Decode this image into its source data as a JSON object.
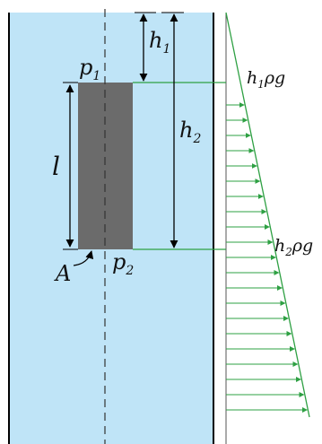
{
  "labels": {
    "p1": "p",
    "p1_sub": "1",
    "p2": "p",
    "p2_sub": "2",
    "h1": "h",
    "h1_sub": "1",
    "h2": "h",
    "h2_sub": "2",
    "l": "l",
    "A": "A",
    "p_top_h": "h",
    "p_top_sub": "1",
    "p_top_rest": "ρg",
    "p_bot_h": "h",
    "p_bot_sub": "2",
    "p_bot_rest": "ρg"
  },
  "colors": {
    "water": "#bfe4f7",
    "block": "#6b6b6b",
    "arrow": "#2ea043",
    "wall": "#000000",
    "dimension": "#000000"
  }
}
